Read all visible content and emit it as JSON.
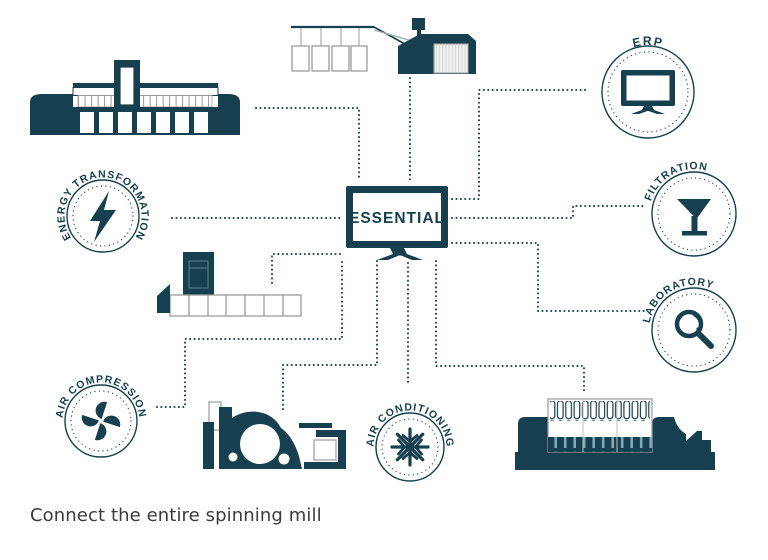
{
  "center": {
    "label": "ESSENTIAL",
    "icon": "monitor-icon"
  },
  "caption": "Connect the entire spinning mill",
  "nodes": {
    "erp": {
      "label": "ERP",
      "icon": "desktop-monitor-icon"
    },
    "filtration": {
      "label": "FILTRATION",
      "icon": "funnel-icon"
    },
    "laboratory": {
      "label": "LABORATORY",
      "icon": "magnifier-icon"
    },
    "energy_transformation": {
      "label": "ENERGY TRANSFORMATION",
      "icon": "lightning-bolt-icon"
    },
    "air_compression": {
      "label": "AIR COMPRESSION",
      "icon": "fan-icon"
    },
    "air_conditioning": {
      "label": "AIR CONDITIONING",
      "icon": "snowflake-icon"
    }
  },
  "illustrations": [
    "spinning-mill-building-illustration",
    "bale-opener-machine-illustration",
    "draw-frame-machine-illustration",
    "carding-machine-illustration",
    "ring-spinning-machine-illustration"
  ],
  "colors": {
    "primary": "#16404F",
    "machine_outline": "#9B9B9B",
    "band_tick": "#7FA9B8",
    "caption_text": "#3B3B3B"
  }
}
